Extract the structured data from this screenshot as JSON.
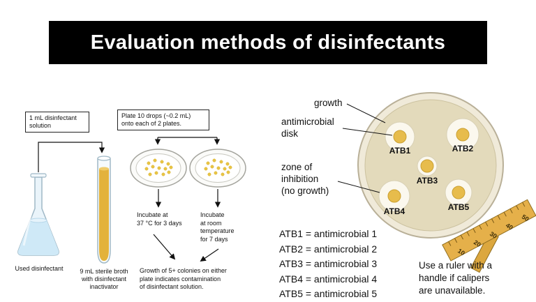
{
  "title": "Evaluation methods of disinfectants",
  "colors": {
    "banner_bg": "#000000",
    "banner_text": "#ffffff",
    "flask_liquid": "#cfe9f7",
    "broth_liquid": "#e3b23c",
    "colony_yellow": "#e9c544",
    "agar_tan": "#e3dabb",
    "disk_yellow": "#e7bc4c",
    "ruler_orange": "#e5b04a"
  },
  "use_dilution": {
    "step1_label": "1 mL disinfectant\nsolution",
    "step2_label": "Plate 10 drops (~0.2 mL)\nonto each of 2 plates.",
    "flask_caption": "Used disinfectant",
    "tube_caption": "9 mL sterile broth\nwith disinfectant\ninactivator",
    "incubate_plate1": "Incubate at\n37 °C for 3 days",
    "incubate_plate2": "Incubate\nat room\ntemperature\nfor 7 days",
    "result_note": "Growth of 5+ colonies on either\nplate indicates contamination\nof disinfectant solution."
  },
  "disk_diffusion": {
    "label_growth": "growth",
    "label_disk": "antimicrobial\ndisk",
    "label_zone": "zone of\ninhibition\n(no growth)",
    "disk_labels": [
      "ATB1",
      "ATB2",
      "ATB3",
      "ATB4",
      "ATB5"
    ],
    "legend": [
      "ATB1 = antimicrobial 1",
      "ATB2 = antimicrobial 2",
      "ATB3 = antimicrobial 3",
      "ATB4 = antimicrobial 4",
      "ATB5 = antimicrobial 5"
    ],
    "ruler_numbers": [
      "10",
      "20",
      "30",
      "40",
      "50"
    ],
    "ruler_note": "Use a ruler with a\nhandle if calipers\nare unavailable."
  }
}
